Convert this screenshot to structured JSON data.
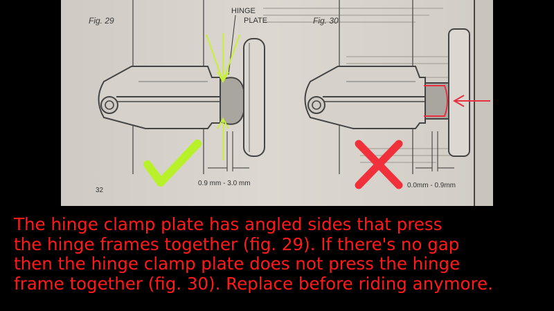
{
  "figures": [
    {
      "label": "Fig. 29",
      "callout_line1": "HINGE",
      "callout_line2": "PLATE",
      "dimension": "0.9 mm - 3.0 mm",
      "verdict": "check-icon"
    },
    {
      "label": "Fig. 30",
      "dimension": "0.0mm - 0.9mm",
      "verdict": "cross-icon"
    }
  ],
  "page_number": "32",
  "caption": {
    "lines": [
      "The hinge clamp plate has angled sides that press",
      "the hinge frames together (fig. 29). If there's no gap",
      "then the hinge clamp plate does not press the hinge",
      "frame together (fig. 30). Replace before riding anymore."
    ]
  },
  "colors": {
    "background": "#000000",
    "paper": "#d9d5ce",
    "ink": "#333333",
    "caption_text": "#ff1a1a",
    "check_mark": "#b8f02a",
    "cross_mark": "#f0303a",
    "arrow_green": "#c8f03a",
    "arrow_red": "#e83040"
  }
}
